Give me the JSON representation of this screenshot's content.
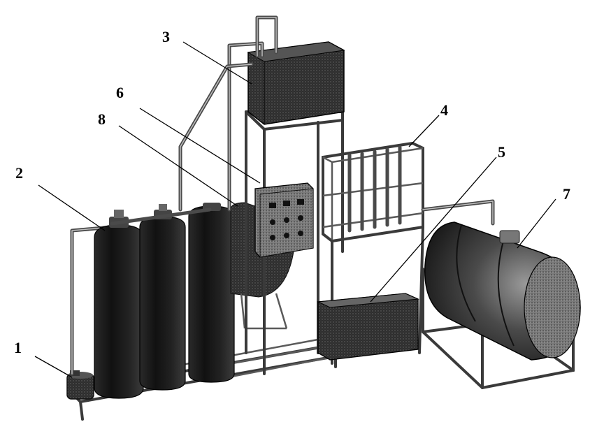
{
  "diagram": {
    "callouts": [
      {
        "id": "1",
        "label": "1"
      },
      {
        "id": "2",
        "label": "2"
      },
      {
        "id": "3",
        "label": "3"
      },
      {
        "id": "4",
        "label": "4"
      },
      {
        "id": "5",
        "label": "5"
      },
      {
        "id": "6",
        "label": "6"
      },
      {
        "id": "7",
        "label": "7"
      },
      {
        "id": "8",
        "label": "8"
      }
    ],
    "colors": {
      "equipment_dark": "#1a1a1a",
      "equipment_mid": "#555555",
      "frame": "#3a3a3a",
      "background": "#ffffff"
    }
  }
}
